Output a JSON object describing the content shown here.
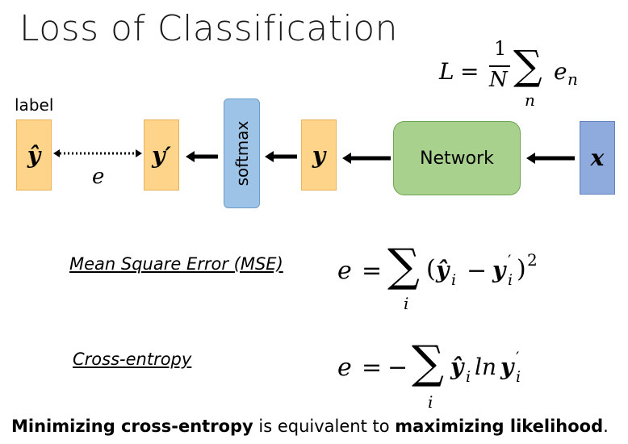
{
  "title": "Loss of Classification",
  "loss_formula": {
    "lhs": "L",
    "eq": "=",
    "num": "1",
    "den": "N",
    "sum": "∑",
    "sub": "n",
    "term": "e",
    "term_sub": "n"
  },
  "diagram": {
    "label": "label",
    "y_hat": "ŷ",
    "y_prime": "y′",
    "error_symbol": "e",
    "softmax": "softmax",
    "y": "y",
    "network": "Network",
    "x": "x",
    "colors": {
      "orange": "#fdd48a",
      "blue_softmax": "#9dc3e6",
      "green_network": "#a9d18e",
      "blue_input": "#8faadc"
    }
  },
  "mse": {
    "label": "Mean Square Error (MSE)",
    "lhs": "e",
    "eq": "=",
    "sum": "∑",
    "sum_sub": "i",
    "open": "(",
    "yhat": "ŷ",
    "yhat_sub": "i",
    "minus": "−",
    "yp": "y",
    "yp_sup": "′",
    "yp_sub": "i",
    "close": ")",
    "pow": "2"
  },
  "ce": {
    "label": "Cross-entropy",
    "lhs": "e",
    "eq": "=",
    "neg": "−",
    "sum": "∑",
    "sum_sub": "i",
    "yhat": "ŷ",
    "yhat_sub": "i",
    "ln": "ln",
    "yp": "y",
    "yp_sup": "′",
    "yp_sub": "i"
  },
  "bottom": {
    "part1": "Minimizing cross-entropy",
    "part2": " is equivalent to ",
    "part3": "maximizing likelihood",
    "part4": "."
  }
}
